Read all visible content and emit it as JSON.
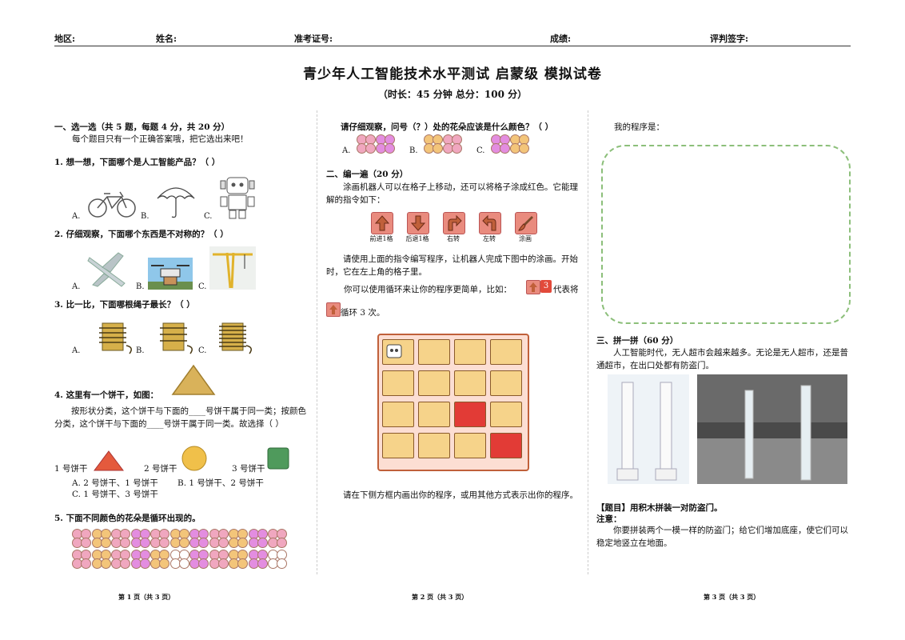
{
  "header": {
    "region": "地区:",
    "name": "姓名:",
    "ticket": "准考证号:",
    "score": "成绩:",
    "signature": "评判签字:"
  },
  "title": "青少年人工智能技术水平测试 启蒙级 模拟试卷",
  "subtitle": "（时长：45 分钟  总分：100 分）",
  "col1": {
    "sec1": "一、选一选（共 5 题，每题 4 分，共 20 分）",
    "sec1_intro": "每个题目只有一个正确答案哦，把它选出来吧！",
    "q1": "1. 想一想，下面哪个是人工智能产品？（      ）",
    "q1_opts": [
      "A.",
      "B.",
      "C."
    ],
    "q2": "2. 仔细观察，下面哪个东西是不对称的？（      ）",
    "q2_opts": [
      "A.",
      "B.",
      "C."
    ],
    "q3": "3. 比一比，下面哪根绳子最长？（      ）",
    "q3_opts": [
      "A.",
      "B.",
      "C."
    ],
    "q4": "4. 这里有一个饼干，如图：",
    "q4_text": "按形状分类，这个饼干与下面的____号饼干属于同一类；按颜色分类，这个饼干与下面的____号饼干属于同一类。故选择（      ）",
    "biscuits": [
      "1 号饼干",
      "2 号饼干",
      "3 号饼干"
    ],
    "q4_optA": "A. 2 号饼干、1 号饼干",
    "q4_optB": "B. 1 号饼干、2 号饼干",
    "q4_optC": "C. 1 号饼干、3 号饼干",
    "q5": "5. 下面不同颜色的花朵是循环出现的。"
  },
  "col2": {
    "q5_cont": "请仔细观察，问号（？）处的花朵应该是什么颜色？（      ）",
    "q5_opts": [
      "A.",
      "B.",
      "C."
    ],
    "sec2": "二、编一遍（20 分）",
    "sec2_p1": "涂画机器人可以在格子上移动，还可以将格子涂成红色。它能理解的指令如下：",
    "commands": [
      "前进1格",
      "后退1格",
      "右转",
      "左转",
      "涂画"
    ],
    "sec2_p2": "请使用上面的指令编写程序，让机器人完成下图中的涂画。开始时，它在左上角的格子里。",
    "sec2_p3a": "你可以使用循环来让你的程序更简单，比如：",
    "loop_count": "3",
    "sec2_p3b": "代表将",
    "sec2_p3c": "循环 3 次。",
    "sec2_p4": "请在下侧方框内画出你的程序，或用其他方式表示出你的程序。"
  },
  "col3": {
    "my_program": "我的程序是：",
    "sec3": "三、拼一拼（60 分）",
    "sec3_p1": "人工智能时代，无人超市会越来越多。无论是无人超市，还是普通超市，在出口处都有防盗门。",
    "task": "【题目】用积木拼装一对防盗门。",
    "note": "注意：",
    "note_text": "你要拼装两个一模一样的防盗门；给它们增加底座，使它们可以稳定地竖立在地面。"
  },
  "footers": [
    "第 1 页（共 3 页）",
    "第 2 页（共 3 页）",
    "第 3 页（共 3 页）"
  ]
}
